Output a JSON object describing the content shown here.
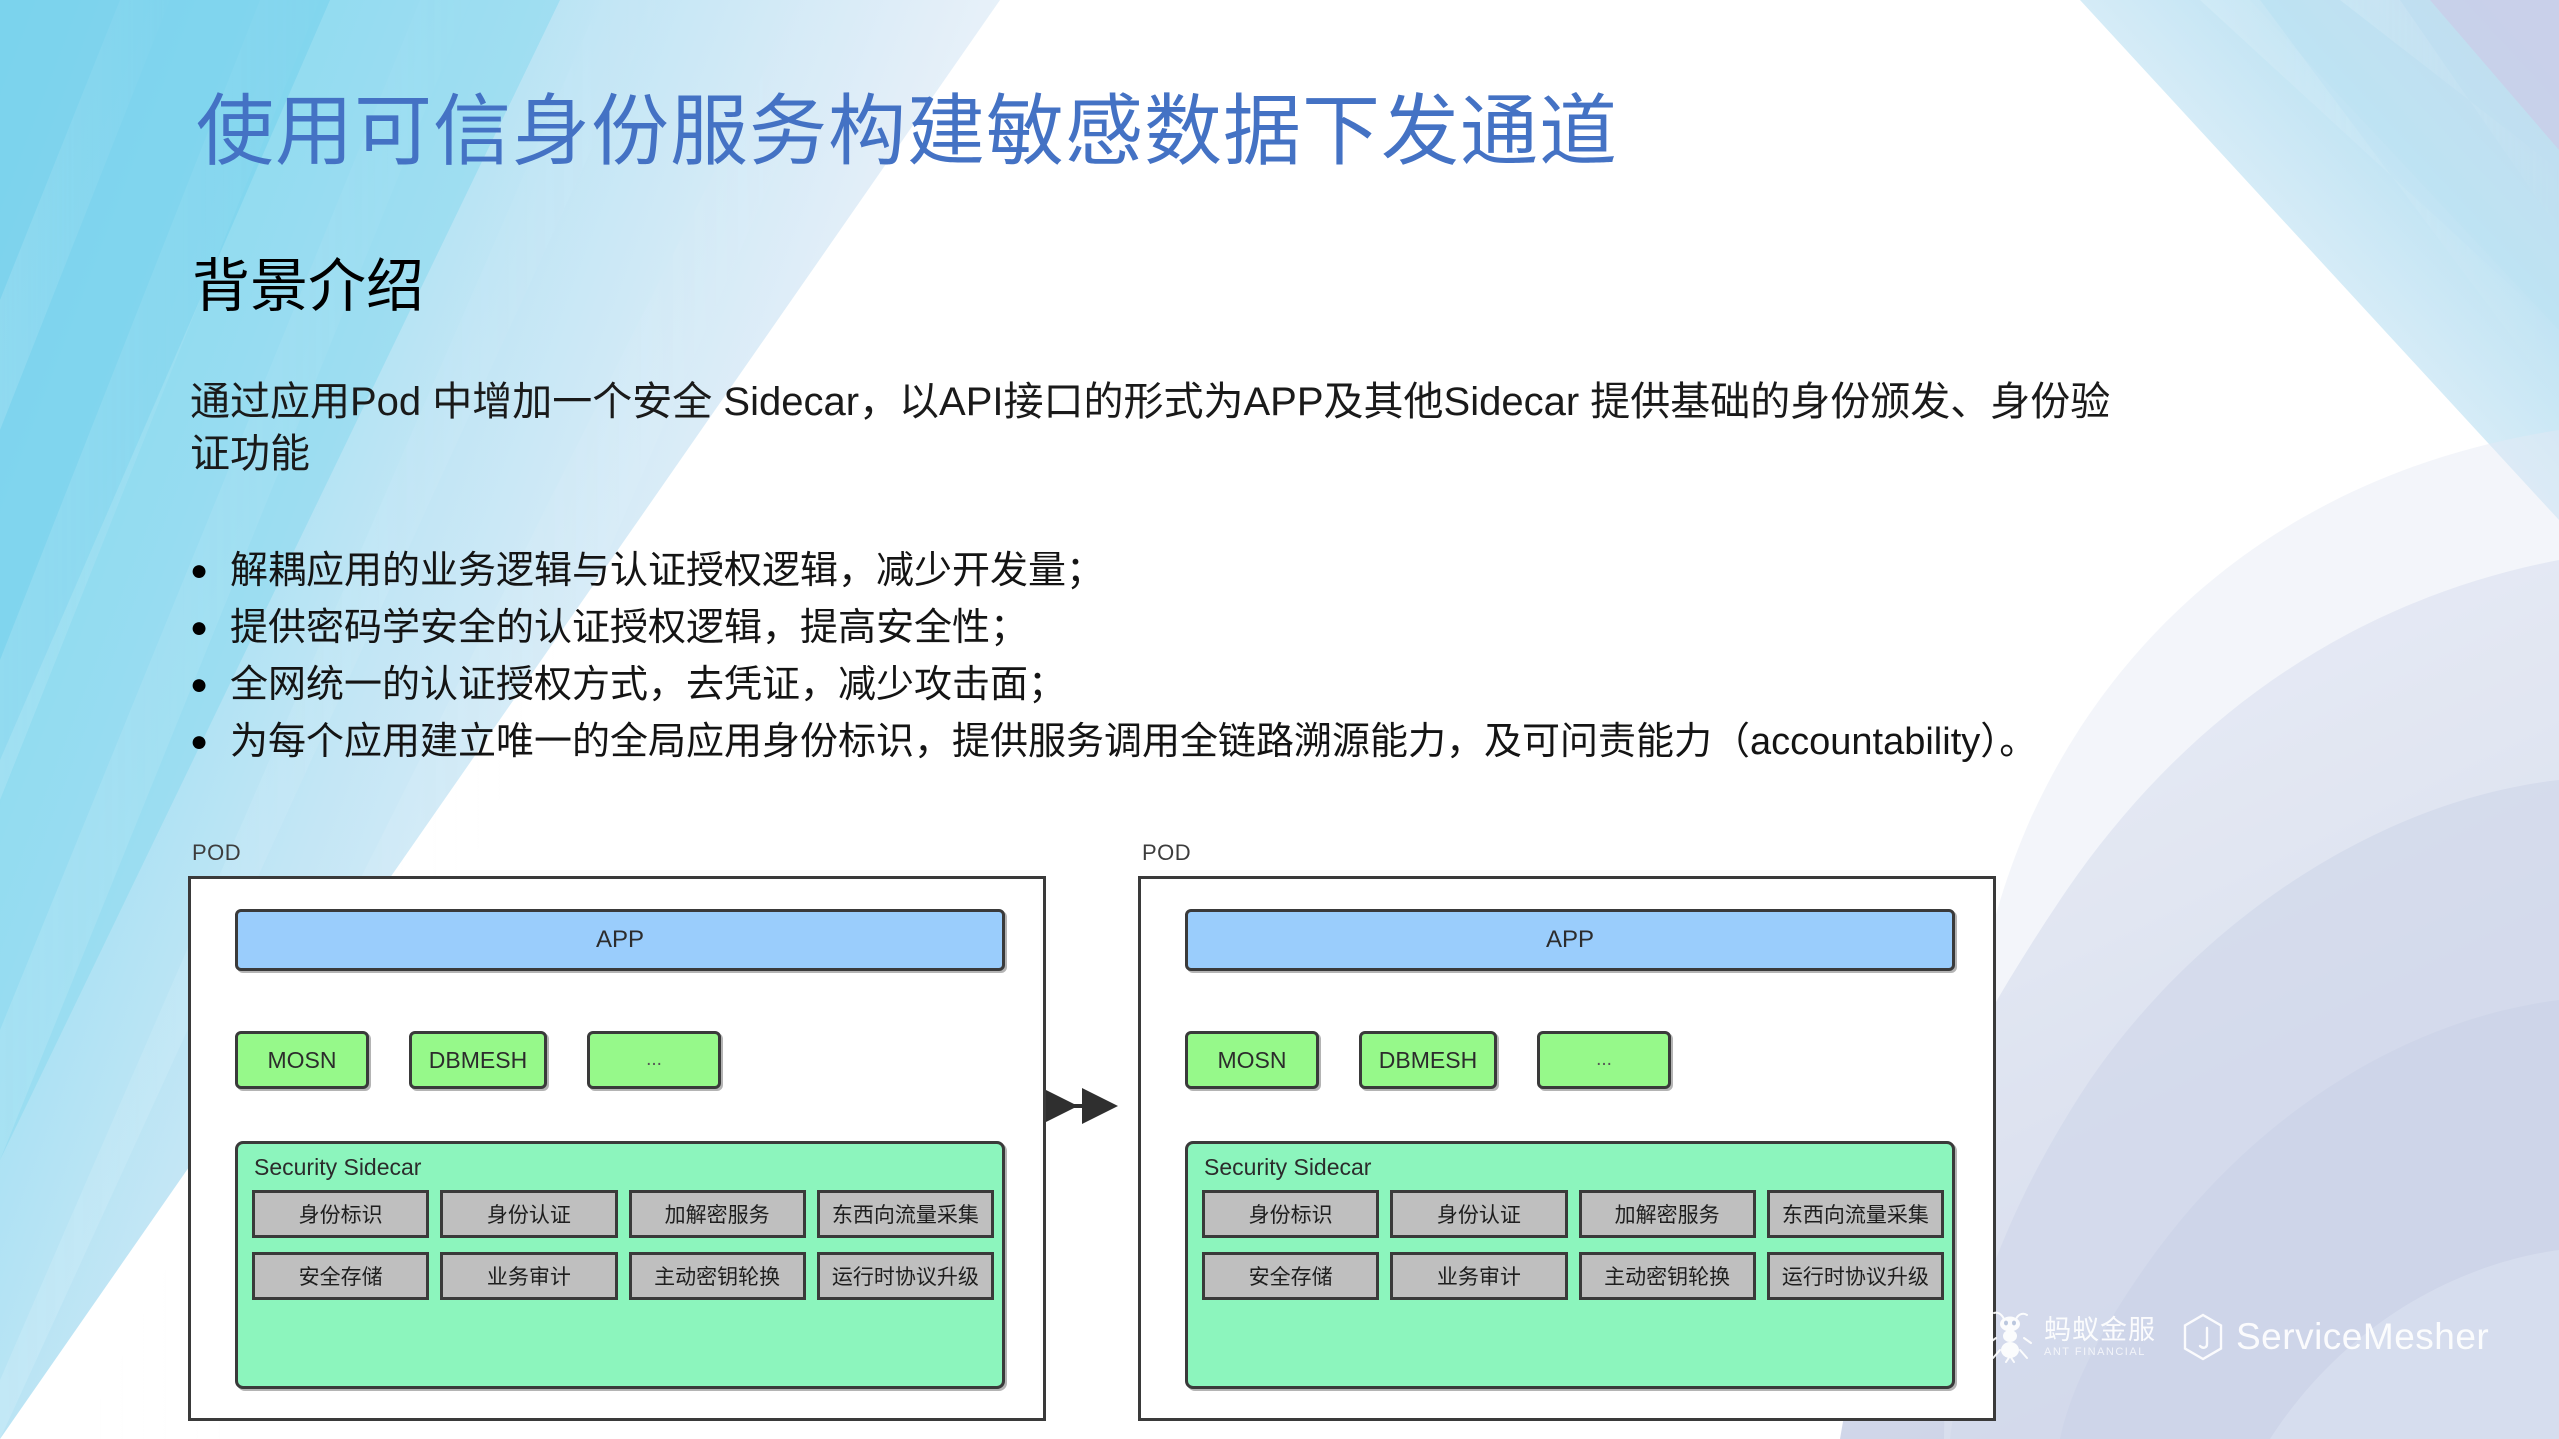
{
  "slide": {
    "title": "使用可信身份服务构建敏感数据下发通道",
    "section_heading": "背景介绍",
    "paragraph": "通过应用Pod 中增加一个安全 Sidecar，以API接口的形式为APP及其他Sidecar 提供基础的身份颁发、身份验证功能",
    "bullets": [
      "解耦应用的业务逻辑与认证授权逻辑，减少开发量；",
      "提供密码学安全的认证授权逻辑，提高安全性；",
      "全网统一的认证授权方式，去凭证，减少攻击面；",
      "为每个应用建立唯一的全局应用身份标识，提供服务调用全链路溯源能力，及可问责能力（accountability）。"
    ],
    "bullet_marker": "●"
  },
  "diagram": {
    "pods": [
      {
        "label": "POD",
        "app": "APP",
        "mesh": [
          "MOSN",
          "DBMESH",
          "..."
        ],
        "sidecar_title": "Security Sidecar",
        "sidecar_items": [
          "身份标识",
          "身份认证",
          "加解密服务",
          "东西向流量采集",
          "安全存储",
          "业务审计",
          "主动密钥轮换",
          "运行时协议升级"
        ]
      },
      {
        "label": "POD",
        "app": "APP",
        "mesh": [
          "MOSN",
          "DBMESH",
          "..."
        ],
        "sidecar_title": "Security Sidecar",
        "sidecar_items": [
          "身份标识",
          "身份认证",
          "加解密服务",
          "东西向流量采集",
          "安全存储",
          "业务审计",
          "主动密钥轮换",
          "运行时协议升级"
        ]
      }
    ],
    "colors": {
      "app_fill": "#9acdfc",
      "mesh_fill": "#96f98a",
      "sidecar_fill": "#8cf5bd",
      "item_fill": "#bfbfbf",
      "stroke": "#3a3a3a"
    }
  },
  "branding": {
    "ant_cn": "蚂蚁金服",
    "ant_en": "ANT FINANCIAL",
    "servicemesher": "ServiceMesher"
  },
  "theme": {
    "title_color": "#4472c4",
    "text_color": "#1a1a1a",
    "background_cyan": "#8fd8ee",
    "background_lavender": "#c8cbe6",
    "background_wave": "#ccd3e8"
  }
}
